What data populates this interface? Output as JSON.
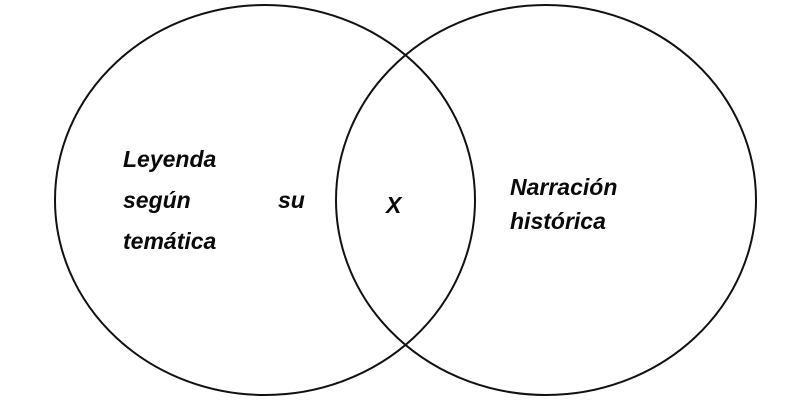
{
  "diagram": {
    "type": "venn",
    "sets": [
      {
        "id": "left",
        "lines": [
          "Leyenda",
          "según",
          "temática"
        ],
        "extra_word": "su",
        "full_text": "Leyenda según su temática"
      },
      {
        "id": "right",
        "lines": [
          "Narración",
          "histórica"
        ],
        "full_text": "Narración histórica"
      }
    ],
    "intersection": {
      "label": "X"
    },
    "stroke_color": "#111111",
    "background": "#ffffff"
  }
}
